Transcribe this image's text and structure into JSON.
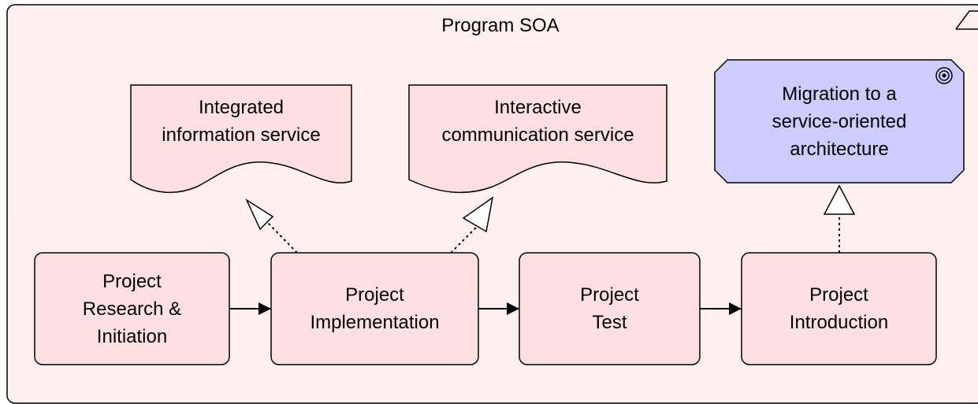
{
  "title": "Program SOA",
  "colors": {
    "container_fill": "#fff0f0",
    "work_package_fill": "#ffe0e0",
    "deliverable_fill": "#ffe0e0",
    "goal_fill": "#ccccff",
    "stroke": "#000000"
  },
  "work_packages": [
    {
      "id": "wp-research",
      "label": "Project\nResearch &\nInitiation"
    },
    {
      "id": "wp-implementation",
      "label": "Project\nImplementation"
    },
    {
      "id": "wp-test",
      "label": "Project\nTest"
    },
    {
      "id": "wp-introduction",
      "label": "Project\nIntroduction"
    }
  ],
  "deliverables": [
    {
      "id": "del-integrated",
      "label": "Integrated\ninformation service"
    },
    {
      "id": "del-interactive",
      "label": "Interactive\ncommunication service"
    }
  ],
  "goal": {
    "id": "goal-soa",
    "label": "Migration to a\nservice-oriented\narchitecture",
    "icon": "target-icon"
  },
  "container_icon": "grouping-icon",
  "relationships": [
    {
      "type": "triggering",
      "from": "wp-research",
      "to": "wp-implementation"
    },
    {
      "type": "triggering",
      "from": "wp-implementation",
      "to": "wp-test"
    },
    {
      "type": "triggering",
      "from": "wp-test",
      "to": "wp-introduction"
    },
    {
      "type": "realization",
      "from": "wp-implementation",
      "to": "del-integrated"
    },
    {
      "type": "realization",
      "from": "wp-implementation",
      "to": "del-interactive"
    },
    {
      "type": "realization",
      "from": "wp-introduction",
      "to": "goal-soa"
    }
  ]
}
